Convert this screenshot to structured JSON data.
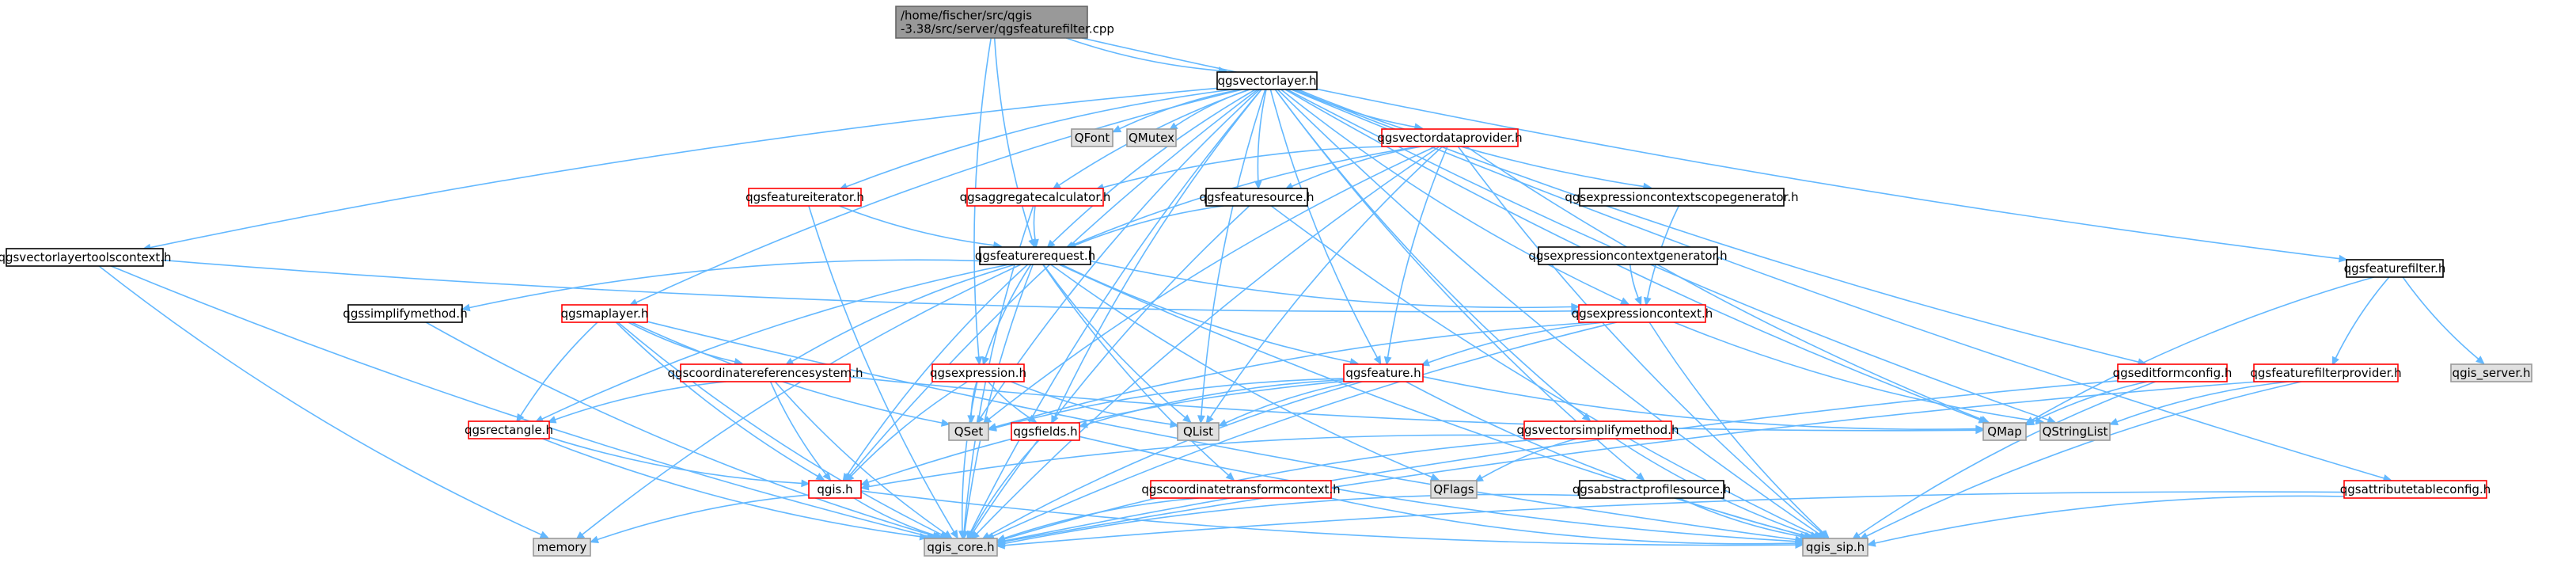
{
  "diagram": {
    "colors": {
      "edge": "#63b8ff",
      "root_fill": "#999999",
      "root_border": "#666666",
      "white_fill": "#ffffff",
      "black_border": "#000000",
      "red_border": "#ff0000",
      "gray_fill": "#e0e0e0",
      "gray_border": "#999999"
    },
    "nodes": [
      {
        "id": "root",
        "label": "/home/fischer/src/qgis\n-3.38/src/server/qgsfeaturefilter.cpp",
        "style": "root"
      },
      {
        "id": "qgsvectorlayer",
        "label": "qgsvectorlayer.h",
        "style": "black"
      },
      {
        "id": "qgsfeaturefilter_h",
        "label": "qgsfeaturefilter.h",
        "style": "black"
      },
      {
        "id": "qgsvectorlayertoolscontext",
        "label": "qgsvectorlayertoolscontext.h",
        "style": "black"
      },
      {
        "id": "qgsfeatureiterator",
        "label": "qgsfeatureiterator.h",
        "style": "red"
      },
      {
        "id": "qgsaggregatecalculator",
        "label": "qgsaggregatecalculator.h",
        "style": "red"
      },
      {
        "id": "QFont",
        "label": "QFont",
        "style": "gray"
      },
      {
        "id": "QMutex",
        "label": "QMutex",
        "style": "gray"
      },
      {
        "id": "qgsvectordataprovider",
        "label": "qgsvectordataprovider.h",
        "style": "red"
      },
      {
        "id": "qgsfeaturesource",
        "label": "qgsfeaturesource.h",
        "style": "black"
      },
      {
        "id": "qgsexpressioncontextscopegenerator",
        "label": "qgsexpressioncontextscopegenerator.h",
        "style": "black"
      },
      {
        "id": "qgsexpressioncontextgenerator",
        "label": "qgsexpressioncontextgenerator.h",
        "style": "black"
      },
      {
        "id": "qgsfeaturerequest",
        "label": "qgsfeaturerequest.h",
        "style": "black"
      },
      {
        "id": "qgssimplifymethod",
        "label": "qgssimplifymethod.h",
        "style": "black"
      },
      {
        "id": "qgsmaplayer",
        "label": "qgsmaplayer.h",
        "style": "red"
      },
      {
        "id": "qgsexpressioncontext",
        "label": "qgsexpressioncontext.h",
        "style": "red"
      },
      {
        "id": "qgscoordinatereferencesystem",
        "label": "qgscoordinatereferencesystem.h",
        "style": "red"
      },
      {
        "id": "qgsexpression",
        "label": "qgsexpression.h",
        "style": "red"
      },
      {
        "id": "qgsfeature",
        "label": "qgsfeature.h",
        "style": "red"
      },
      {
        "id": "qgsrectangle",
        "label": "qgsrectangle.h",
        "style": "red"
      },
      {
        "id": "QSet",
        "label": "QSet",
        "style": "gray"
      },
      {
        "id": "qgsfields",
        "label": "qgsfields.h",
        "style": "red"
      },
      {
        "id": "QList",
        "label": "QList",
        "style": "gray"
      },
      {
        "id": "qgsvectorsimplifymethod",
        "label": "qgsvectorsimplifymethod.h",
        "style": "red"
      },
      {
        "id": "qgseditformconfig",
        "label": "qgseditformconfig.h",
        "style": "red"
      },
      {
        "id": "qgsfeaturefilterprovider",
        "label": "qgsfeaturefilterprovider.h",
        "style": "red"
      },
      {
        "id": "qgis_server",
        "label": "qgis_server.h",
        "style": "gray"
      },
      {
        "id": "QMap",
        "label": "QMap",
        "style": "gray"
      },
      {
        "id": "QStringList",
        "label": "QStringList",
        "style": "gray"
      },
      {
        "id": "qgis_h",
        "label": "qgis.h",
        "style": "red"
      },
      {
        "id": "qgscoordinatetransformcontext",
        "label": "qgscoordinatetransformcontext.h",
        "style": "red"
      },
      {
        "id": "QFlags",
        "label": "QFlags",
        "style": "gray"
      },
      {
        "id": "qgsabstractprofilesource",
        "label": "qgsabstractprofilesource.h",
        "style": "black"
      },
      {
        "id": "qgsattributetableconfig",
        "label": "qgsattributetableconfig.h",
        "style": "red"
      },
      {
        "id": "memory",
        "label": "memory",
        "style": "gray"
      },
      {
        "id": "qgis_core",
        "label": "qgis_core.h",
        "style": "gray"
      },
      {
        "id": "qgis_sip",
        "label": "qgis_sip.h",
        "style": "gray"
      }
    ],
    "edges": [
      [
        "root",
        "qgsvectorlayer"
      ],
      [
        "root",
        "qgsfeaturefilter_h"
      ],
      [
        "root",
        "qgsexpression"
      ],
      [
        "root",
        "qgsfeaturerequest"
      ],
      [
        "qgsvectorlayer",
        "qgsvectorlayertoolscontext"
      ],
      [
        "qgsvectorlayer",
        "qgsfeatureiterator"
      ],
      [
        "qgsvectorlayer",
        "qgsaggregatecalculator"
      ],
      [
        "qgsvectorlayer",
        "QFont"
      ],
      [
        "qgsvectorlayer",
        "QMutex"
      ],
      [
        "qgsvectorlayer",
        "qgsvectordataprovider"
      ],
      [
        "qgsvectorlayer",
        "qgsfeaturesource"
      ],
      [
        "qgsvectorlayer",
        "qgsexpressioncontextscopegenerator"
      ],
      [
        "qgsvectorlayer",
        "qgsfeaturerequest"
      ],
      [
        "qgsvectorlayer",
        "qgsmaplayer"
      ],
      [
        "qgsvectorlayer",
        "qgsexpressioncontext"
      ],
      [
        "qgsvectorlayer",
        "qgsfeature"
      ],
      [
        "qgsvectorlayer",
        "qgsfields"
      ],
      [
        "qgsvectorlayer",
        "QSet"
      ],
      [
        "qgsvectorlayer",
        "QList"
      ],
      [
        "qgsvectorlayer",
        "qgsvectorsimplifymethod"
      ],
      [
        "qgsvectorlayer",
        "qgseditformconfig"
      ],
      [
        "qgsvectorlayer",
        "QMap"
      ],
      [
        "qgsvectorlayer",
        "QStringList"
      ],
      [
        "qgsvectorlayer",
        "qgsabstractprofilesource"
      ],
      [
        "qgsvectorlayer",
        "qgsattributetableconfig"
      ],
      [
        "qgsvectorlayer",
        "qgis_core"
      ],
      [
        "qgsvectorlayer",
        "qgis_sip"
      ],
      [
        "qgsvectorlayer",
        "qgis_h"
      ],
      [
        "qgsfeaturefilter_h",
        "qgsfeaturefilterprovider"
      ],
      [
        "qgsfeaturefilter_h",
        "qgis_server"
      ],
      [
        "qgsfeaturefilter_h",
        "QMap"
      ],
      [
        "qgsvectorlayertoolscontext",
        "qgsexpressioncontext"
      ],
      [
        "qgsvectorlayertoolscontext",
        "memory"
      ],
      [
        "qgsvectorlayertoolscontext",
        "qgis_core"
      ],
      [
        "qgsfeatureiterator",
        "qgsfeaturerequest"
      ],
      [
        "qgsfeatureiterator",
        "qgis_core"
      ],
      [
        "qgsaggregatecalculator",
        "qgsfeaturerequest"
      ],
      [
        "qgsaggregatecalculator",
        "qgis_core"
      ],
      [
        "qgsvectordataprovider",
        "qgsaggregatecalculator"
      ],
      [
        "qgsvectordataprovider",
        "qgsfeaturesource"
      ],
      [
        "qgsvectordataprovider",
        "qgsfeaturerequest"
      ],
      [
        "qgsvectordataprovider",
        "qgsfeature"
      ],
      [
        "qgsvectordataprovider",
        "QSet"
      ],
      [
        "qgsvectordataprovider",
        "QList"
      ],
      [
        "qgsvectordataprovider",
        "QMap"
      ],
      [
        "qgsvectordataprovider",
        "qgis_core"
      ],
      [
        "qgsvectordataprovider",
        "qgis_sip"
      ],
      [
        "qgsfeaturesource",
        "qgsfeaturerequest"
      ],
      [
        "qgsfeaturesource",
        "qgis_core"
      ],
      [
        "qgsfeaturesource",
        "qgis_sip"
      ],
      [
        "qgsexpressioncontextscopegenerator",
        "qgsexpressioncontext"
      ],
      [
        "qgsexpressioncontextgenerator",
        "qgsexpressioncontext"
      ],
      [
        "qgsfeaturerequest",
        "qgssimplifymethod"
      ],
      [
        "qgsfeaturerequest",
        "qgsexpressioncontext"
      ],
      [
        "qgsfeaturerequest",
        "qgscoordinatereferencesystem"
      ],
      [
        "qgsfeaturerequest",
        "qgsexpression"
      ],
      [
        "qgsfeaturerequest",
        "qgsfeature"
      ],
      [
        "qgsfeaturerequest",
        "qgsrectangle"
      ],
      [
        "qgsfeaturerequest",
        "QList"
      ],
      [
        "qgsfeaturerequest",
        "qgscoordinatetransformcontext"
      ],
      [
        "qgsfeaturerequest",
        "QFlags"
      ],
      [
        "qgsfeaturerequest",
        "qgis_h"
      ],
      [
        "qgsfeaturerequest",
        "qgis_core"
      ],
      [
        "qgsfeaturerequest",
        "qgis_sip"
      ],
      [
        "qgsfeaturerequest",
        "memory"
      ],
      [
        "qgssimplifymethod",
        "qgis_core"
      ],
      [
        "qgsmaplayer",
        "qgscoordinatereferencesystem"
      ],
      [
        "qgsmaplayer",
        "qgsrectangle"
      ],
      [
        "qgsmaplayer",
        "QSet"
      ],
      [
        "qgsmaplayer",
        "qgis_h"
      ],
      [
        "qgsmaplayer",
        "qgis_core"
      ],
      [
        "qgsmaplayer",
        "qgis_sip"
      ],
      [
        "qgsexpressioncontext",
        "QSet"
      ],
      [
        "qgsexpressioncontext",
        "qgsfeature"
      ],
      [
        "qgsexpressioncontext",
        "QStringList"
      ],
      [
        "qgsexpressioncontext",
        "qgis_core"
      ],
      [
        "qgsexpressioncontext",
        "qgis_sip"
      ],
      [
        "qgscoordinatereferencesystem",
        "qgsrectangle"
      ],
      [
        "qgscoordinatereferencesystem",
        "qgis_h"
      ],
      [
        "qgscoordinatereferencesystem",
        "QMap"
      ],
      [
        "qgscoordinatereferencesystem",
        "qgis_core"
      ],
      [
        "qgsexpression",
        "QSet"
      ],
      [
        "qgsexpression",
        "qgsfields"
      ],
      [
        "qgsexpression",
        "QList"
      ],
      [
        "qgsexpression",
        "qgis_h"
      ],
      [
        "qgsexpression",
        "qgis_core"
      ],
      [
        "qgsfeature",
        "QSet"
      ],
      [
        "qgsfeature",
        "qgsfields"
      ],
      [
        "qgsfeature",
        "QList"
      ],
      [
        "qgsfeature",
        "QMap"
      ],
      [
        "qgsfeature",
        "qgis_core"
      ],
      [
        "qgsfeature",
        "qgis_sip"
      ],
      [
        "qgsfeature",
        "qgis_h"
      ],
      [
        "qgsrectangle",
        "qgis_h"
      ],
      [
        "qgsrectangle",
        "qgis_core"
      ],
      [
        "qgsfields",
        "qgis_core"
      ],
      [
        "qgsfields",
        "qgis_sip"
      ],
      [
        "qgsvectorsimplifymethod",
        "QFlags"
      ],
      [
        "qgsvectorsimplifymethod",
        "qgis_h"
      ],
      [
        "qgsvectorsimplifymethod",
        "qgis_core"
      ],
      [
        "qgsvectorsimplifymethod",
        "qgis_sip"
      ],
      [
        "qgseditformconfig",
        "QMap"
      ],
      [
        "qgseditformconfig",
        "qgis_core"
      ],
      [
        "qgseditformconfig",
        "qgis_sip"
      ],
      [
        "qgsfeaturefilterprovider",
        "QStringList"
      ],
      [
        "qgsfeaturefilterprovider",
        "qgis_core"
      ],
      [
        "qgsfeaturefilterprovider",
        "qgis_sip"
      ],
      [
        "qgis_h",
        "qgis_core"
      ],
      [
        "qgis_h",
        "qgis_sip"
      ],
      [
        "qgis_h",
        "memory"
      ],
      [
        "qgscoordinatetransformcontext",
        "qgis_core"
      ],
      [
        "qgscoordinatetransformcontext",
        "qgis_sip"
      ],
      [
        "qgsabstractprofilesource",
        "qgis_core"
      ],
      [
        "qgsabstractprofilesource",
        "qgis_sip"
      ],
      [
        "qgsattributetableconfig",
        "qgis_core"
      ],
      [
        "qgsattributetableconfig",
        "qgis_sip"
      ]
    ]
  }
}
